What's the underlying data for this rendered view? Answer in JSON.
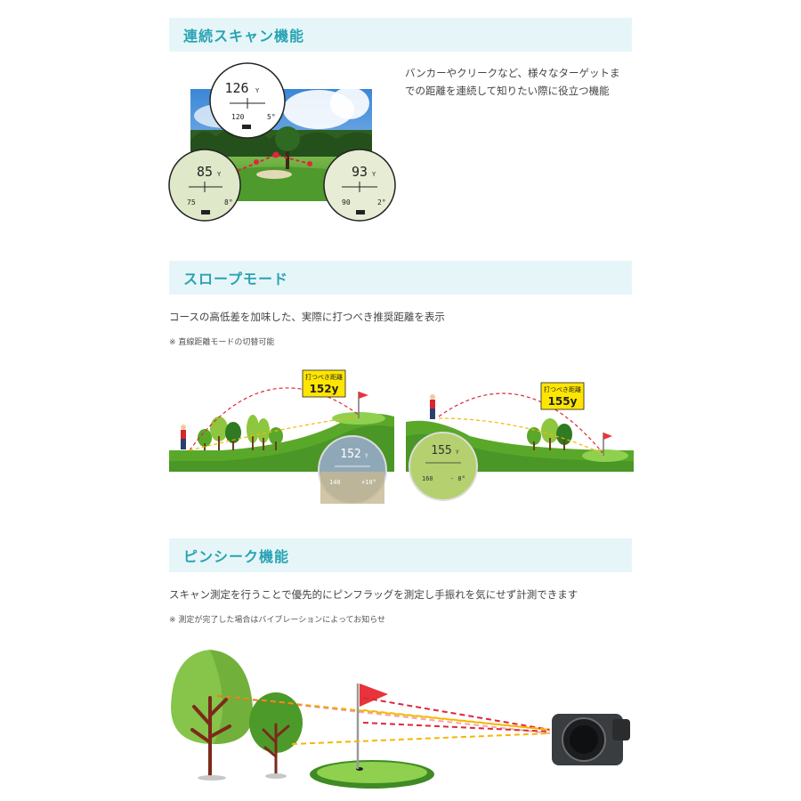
{
  "sections": [
    {
      "title": "連続スキャン機能",
      "description": "バンカーやクリークなど、様々なターゲットまでの距離を連続して知りたい際に役立つ機能",
      "description_lines": [
        "バンカーやクリークなど、様々なターゲットま",
        "での距離を連続して知りたい際に役立つ機能"
      ],
      "readouts": [
        {
          "distance": "126",
          "unit": "Y",
          "sub": "120",
          "angle": "5°"
        },
        {
          "distance": "85",
          "unit": "Y",
          "sub": "75",
          "angle": "8°"
        },
        {
          "distance": "93",
          "unit": "Y",
          "sub": "90",
          "angle": "2°"
        }
      ]
    },
    {
      "title": "スロープモード",
      "description": "コースの高低差を加味した、実際に打つべき推奨距離を表示",
      "note": "※ 直線距離モードの切替可能",
      "callouts": [
        {
          "label": "打つべき距離",
          "value": "152y"
        },
        {
          "label": "打つべき距離",
          "value": "155y"
        }
      ],
      "readouts": [
        {
          "distance": "152",
          "unit": "Y",
          "sub": "140",
          "angle": "+10°"
        },
        {
          "distance": "155",
          "unit": "Y",
          "sub": "160",
          "angle": "- 8°"
        }
      ]
    },
    {
      "title": "ピンシーク機能",
      "description": "スキャン測定を行うことで優先的にピンフラッグを測定し手振れを気にせず計測できます",
      "note": "※ 測定が完了した場合はバイブレーションによってお知らせ"
    }
  ],
  "colors": {
    "accent": "#29a3b3",
    "header_bg": "#e6f6f8",
    "grass": "#5aa82a",
    "flag": "#e8333a",
    "callout": "#ffe600",
    "laser_yellow": "#f5b700",
    "laser_red": "#e0263a"
  }
}
